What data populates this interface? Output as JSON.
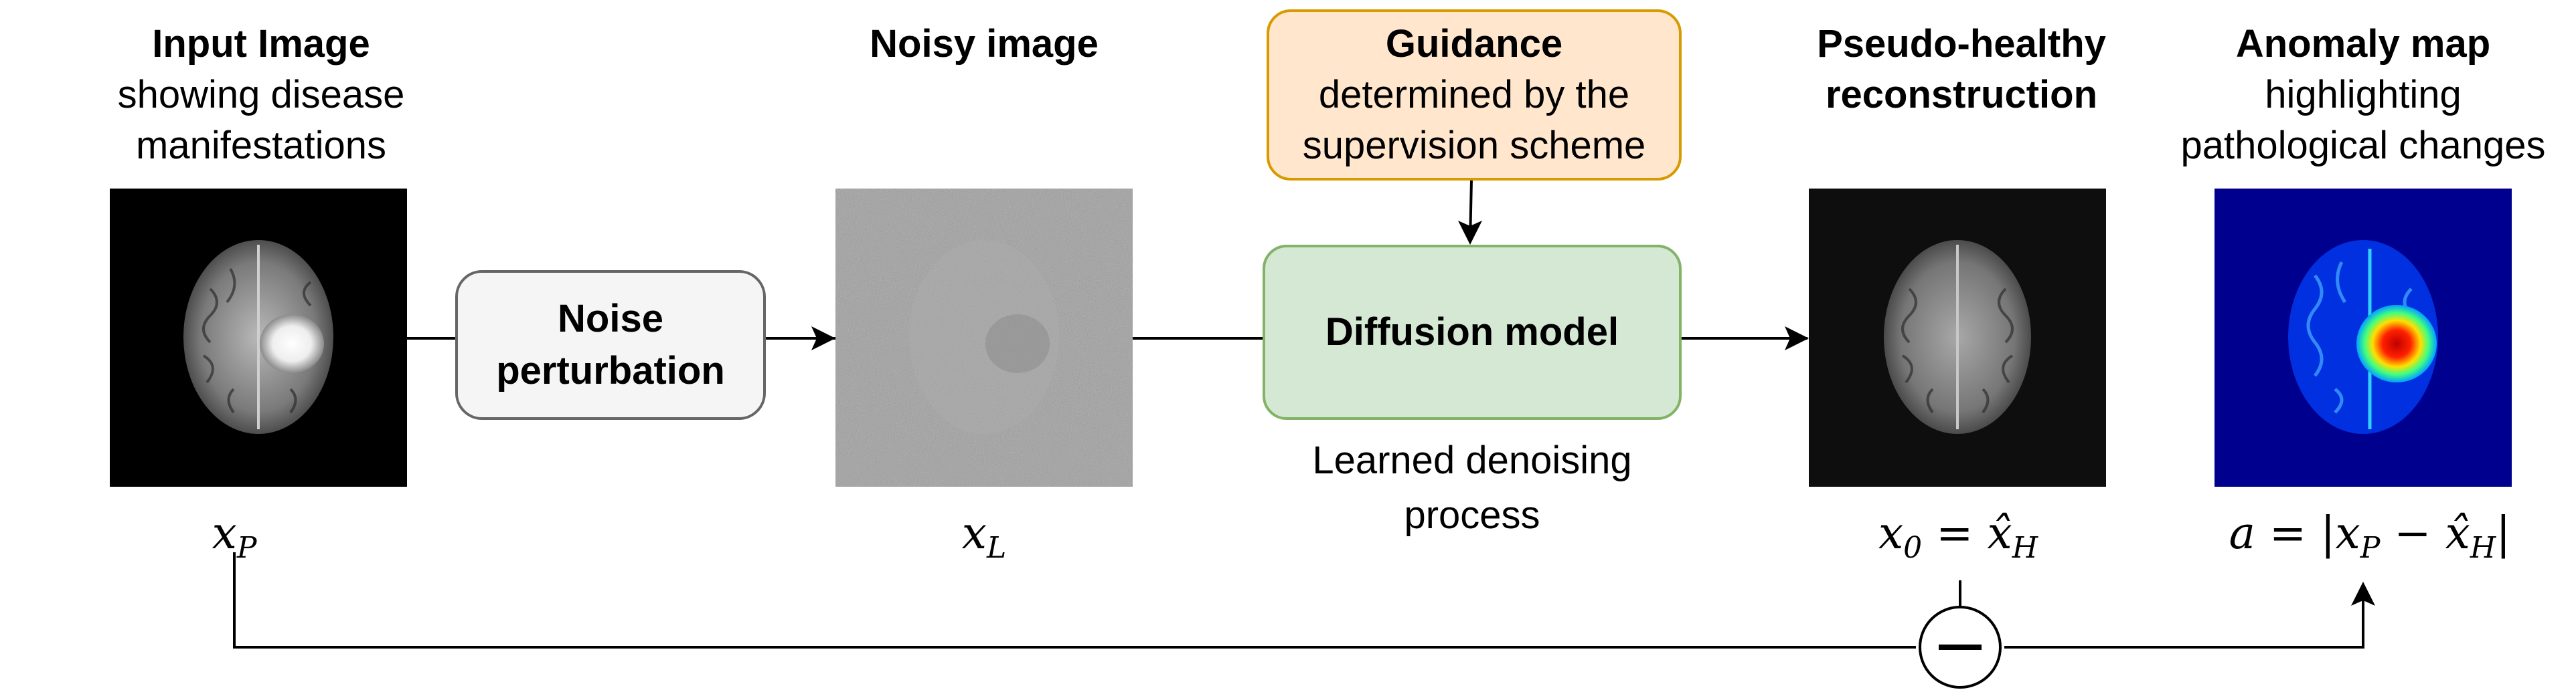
{
  "stages": {
    "input": {
      "title": "Input Image",
      "subtitle_line1": "showing disease",
      "subtitle_line2": "manifestations",
      "symbol_base": "x",
      "symbol_sub": "P"
    },
    "noisy": {
      "title": "Noisy image",
      "symbol_base": "x",
      "symbol_sub": "L"
    },
    "recon": {
      "title_line1": "Pseudo-healthy",
      "title_line2": "reconstruction",
      "symbol_base": "x",
      "symbol_sub": "0",
      "symbol_rhs_base": "x̂",
      "symbol_rhs_sub": "H"
    },
    "anomaly": {
      "title": "Anomaly map",
      "subtitle_line1": "highlighting",
      "subtitle_line2": "pathological changes",
      "symbol_lhs": "a",
      "symbol_x1": "x",
      "symbol_x1_sub": "P",
      "symbol_x2": "x̂",
      "symbol_x2_sub": "H"
    }
  },
  "boxes": {
    "noise": {
      "line1": "Noise",
      "line2": "perturbation",
      "fill": "#f5f5f5",
      "border": "#666666"
    },
    "guidance": {
      "title": "Guidance",
      "line1": "determined by the",
      "line2": "supervision scheme",
      "fill": "#ffe6cc",
      "border": "#d79b00"
    },
    "diffusion": {
      "label": "Diffusion model",
      "caption_line1": "Learned denoising",
      "caption_line2": "process",
      "fill": "#d5e8d4",
      "border": "#82b366"
    }
  },
  "operators": {
    "equals": "=",
    "minus": "−",
    "bar": "|"
  },
  "icons": {
    "subtract": "minus-circle-icon"
  }
}
